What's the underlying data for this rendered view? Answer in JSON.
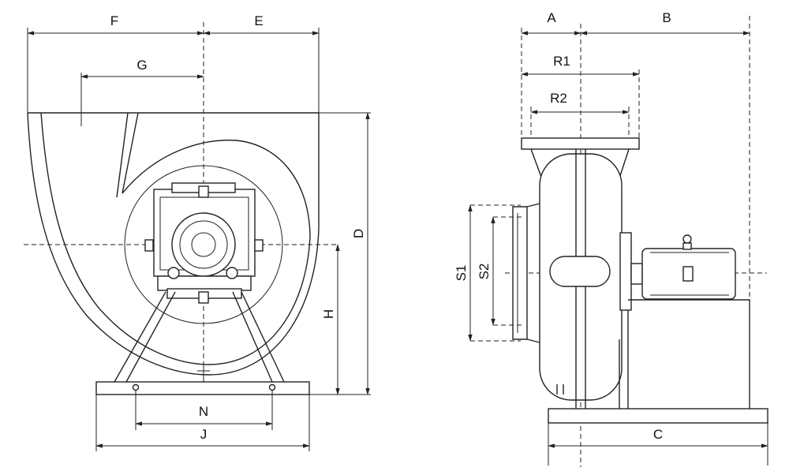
{
  "labels": {
    "F": "F",
    "E": "E",
    "G": "G",
    "D": "D",
    "H": "H",
    "N": "N",
    "J": "J",
    "A": "A",
    "B": "B",
    "R1": "R1",
    "R2": "R2",
    "S1": "S1",
    "S2": "S2",
    "C": "C"
  }
}
